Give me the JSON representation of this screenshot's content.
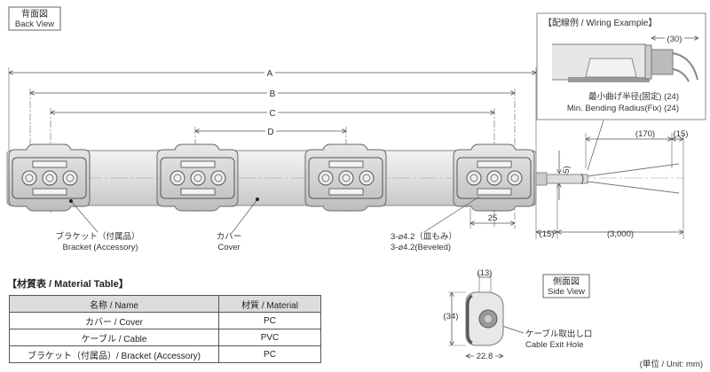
{
  "back_view": {
    "jp": "背面図",
    "en": "Back View"
  },
  "dimensions": {
    "A": "A",
    "B": "B",
    "C": "C",
    "D": "D",
    "bracket_pitch": "25",
    "cable_offset": "(15)",
    "cable_length": "(3,000)",
    "wire_strip": "(170)",
    "wire_end": "(15)",
    "cable_dia": "(⌀5)",
    "side_width_top": "(13)",
    "side_height": "(34)",
    "side_width_bottom": "22.8",
    "wiring_length": "(30)"
  },
  "labels": {
    "bracket_jp": "ブラケット（付属品）",
    "bracket_en": "Bracket (Accessory)",
    "cover_jp": "カバー",
    "cover_en": "Cover",
    "hole_jp": "3-⌀4.2（皿もみ）",
    "hole_en": "3-⌀4.2(Beveled)",
    "cable_exit_jp": "ケーブル取出し口",
    "cable_exit_en": "Cable Exit Hole",
    "unit": "(単位 / Unit: mm)"
  },
  "wiring_example": {
    "title": "【配線例 / Wiring Example】",
    "bend_jp": "最小曲げ半径(固定) (24)",
    "bend_en": "Min. Bending Radius(Fix) (24)"
  },
  "side_view": {
    "jp": "側面図",
    "en": "Side View"
  },
  "material_table": {
    "title": "【材質表 / Material Table】",
    "headers": [
      "名称 / Name",
      "材質 / Material"
    ],
    "rows": [
      [
        "カバー / Cover",
        "PC"
      ],
      [
        "ケーブル / Cable",
        "PVC"
      ],
      [
        "ブラケット（付属品）/ Bracket (Accessory)",
        "PC"
      ]
    ]
  }
}
